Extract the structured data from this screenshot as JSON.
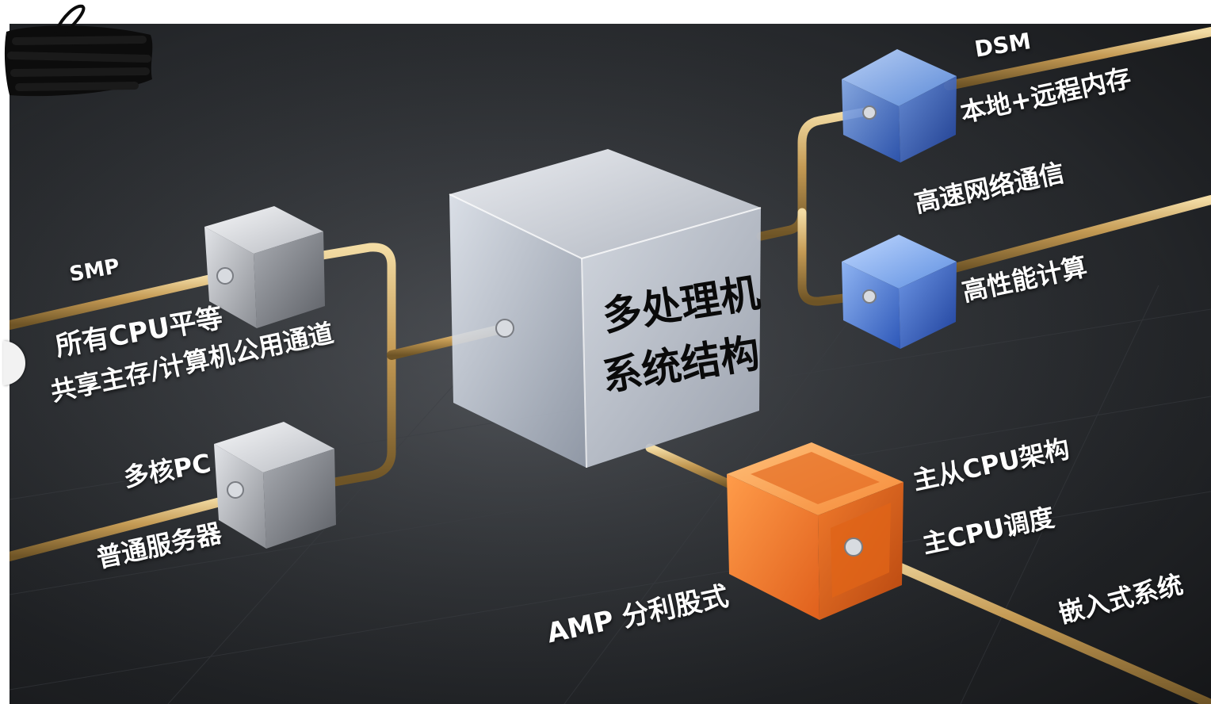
{
  "center": {
    "line1": "多处理机",
    "line2": "系统结构"
  },
  "left": {
    "smp_title": "SMP",
    "smp_desc1": "所有CPU平等",
    "smp_desc2": "共享主存/计算机公用通道",
    "pc_title": "多核PC",
    "pc_desc": "普通服务器"
  },
  "right": {
    "dsm_title": "DSM",
    "dsm_desc": "本地+远程内存",
    "net": "高速网络通信",
    "hpc": "高性能计算",
    "master": "主从CPU架构",
    "master_sched": "主CPU调度",
    "embedded": "嵌入式系统"
  },
  "amp": {
    "label": "AMP 分利股式"
  },
  "colors": {
    "background": "#2a2c30",
    "pipe": "#b8955a",
    "silver_cube": "#c9ccd1",
    "glass_cube": "#e6ebf2",
    "blue_cube": "#4a7fd6",
    "orange_cube": "#f27a2c"
  },
  "icons": {
    "redaction": "black-scribble",
    "left_edge": "side-knob"
  }
}
